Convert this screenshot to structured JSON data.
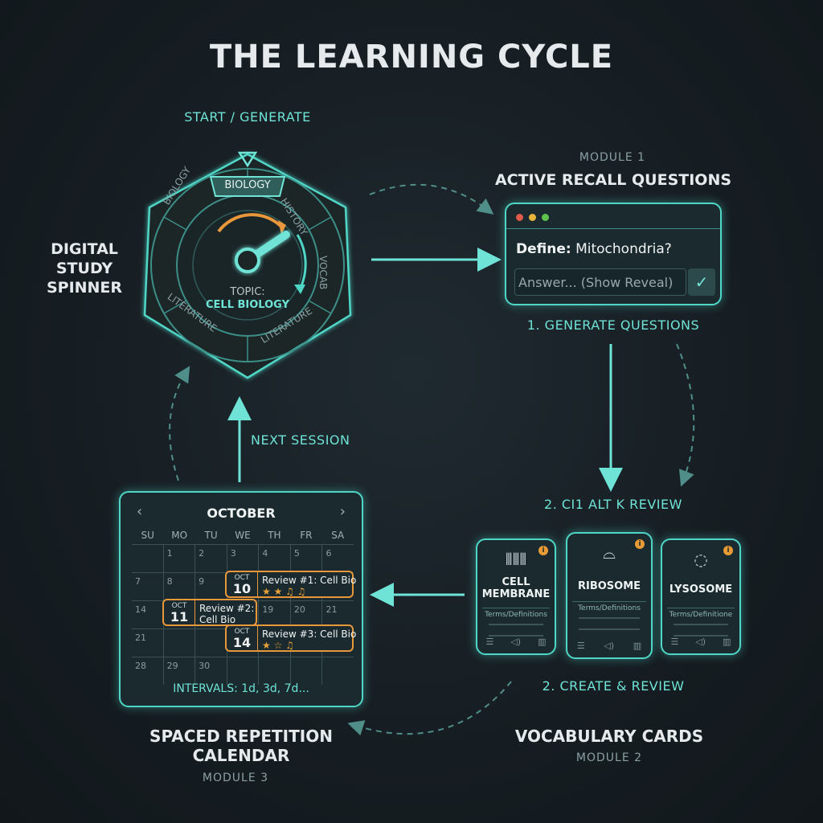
{
  "title": "THE LEARNING CYCLE",
  "spinner": {
    "start_label": "START / GENERATE",
    "side_label_lines": [
      "DIGITAL",
      "STUDY",
      "SPINNER"
    ],
    "segments": [
      "BIOLOGY",
      "HISTORY",
      "VOCAB",
      "LITERATURE",
      "LITERATURE",
      "BIOLOGY"
    ],
    "active_segment": "BIOLOGY",
    "topic_label": "TOPIC:",
    "topic_value": "CELL BIOLOGY"
  },
  "module1": {
    "tag": "MODULE 1",
    "title": "ACTIVE RECALL QUESTIONS",
    "question_prefix": "Define:",
    "question_text": "Mitochondria?",
    "answer_placeholder": "Answer... (Show Reveal)",
    "step_label": "1. GENERATE QUESTIONS"
  },
  "module2": {
    "step_label_top": "2. CI1 ALT K REVIEW",
    "step_label_bottom": "2. CREATE & REVIEW",
    "title": "VOCABULARY CARDS",
    "tag": "MODULE 2",
    "cards": [
      {
        "title": "CELL MEMBRANE",
        "subtitle": "Terms/Definitions"
      },
      {
        "title": "RIBOSOME",
        "subtitle": "Terms/Definitions"
      },
      {
        "title": "LYSOSOME",
        "subtitle": "Terms/Definitione"
      }
    ]
  },
  "module3": {
    "title_lines": [
      "SPACED REPETITION",
      "CALENDAR"
    ],
    "tag": "MODULE 3",
    "month": "OCTOBER",
    "weekdays": [
      "SU",
      "MO",
      "TU",
      "WE",
      "TH",
      "FR",
      "SA"
    ],
    "rows": [
      [
        "",
        "1",
        "2",
        "3",
        "4",
        "5",
        "6"
      ],
      [
        "7",
        "8",
        "9",
        "",
        "",
        "",
        ""
      ],
      [
        "14",
        "",
        "",
        "",
        "19",
        "20",
        "21"
      ],
      [
        "21",
        "",
        "",
        "",
        "",
        "",
        ""
      ],
      [
        "28",
        "29",
        "30",
        "",
        "",
        "",
        ""
      ]
    ],
    "events": [
      {
        "month": "OCT",
        "day": "10",
        "text": "Review #1: Cell Bio",
        "stars": "★ ★ ♫ ♫"
      },
      {
        "month": "OCT",
        "day": "11",
        "text": "Review #2:",
        "text2": "Cell Bio"
      },
      {
        "month": "OCT",
        "day": "14",
        "text": "Review #3: Cell Bio",
        "stars": "★ ☆ ♫"
      }
    ],
    "intervals": "INTERVALS: 1d, 3d, 7d..."
  },
  "next_session_label": "NEXT SESSION",
  "colors": {
    "accent": "#4fd6c7",
    "event": "#e8973a",
    "background": "#161d22"
  }
}
